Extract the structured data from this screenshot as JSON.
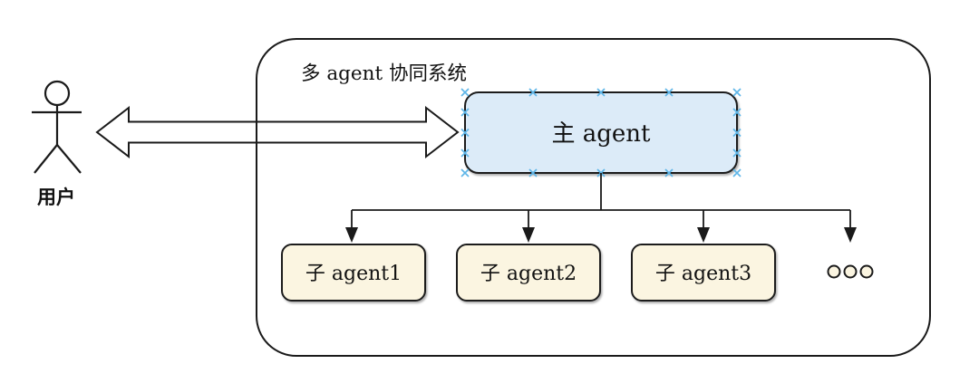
{
  "diagram": {
    "title": "多 agent 协同系统",
    "user": {
      "label": "用户",
      "figure_icon": "stick-person-icon"
    },
    "link": {
      "type": "bidirectional-block-arrow",
      "between": [
        "用户",
        "主 agent"
      ]
    },
    "main_agent": {
      "label": "主 agent",
      "selected": true,
      "selection_handle_count": 16
    },
    "sub_agents": [
      {
        "label": "子 agent1"
      },
      {
        "label": "子 agent2"
      },
      {
        "label": "子 agent3"
      }
    ],
    "ellipsis": {
      "icon": "three-circles-ellipsis",
      "meaning": "more sub agents"
    },
    "colors": {
      "background": "#ffffff",
      "stroke": "#1a1a1a",
      "main_agent_fill": "#dcebf8",
      "sub_agent_fill": "#fbf5e1",
      "selection_handle": "#5fb6e8"
    }
  }
}
